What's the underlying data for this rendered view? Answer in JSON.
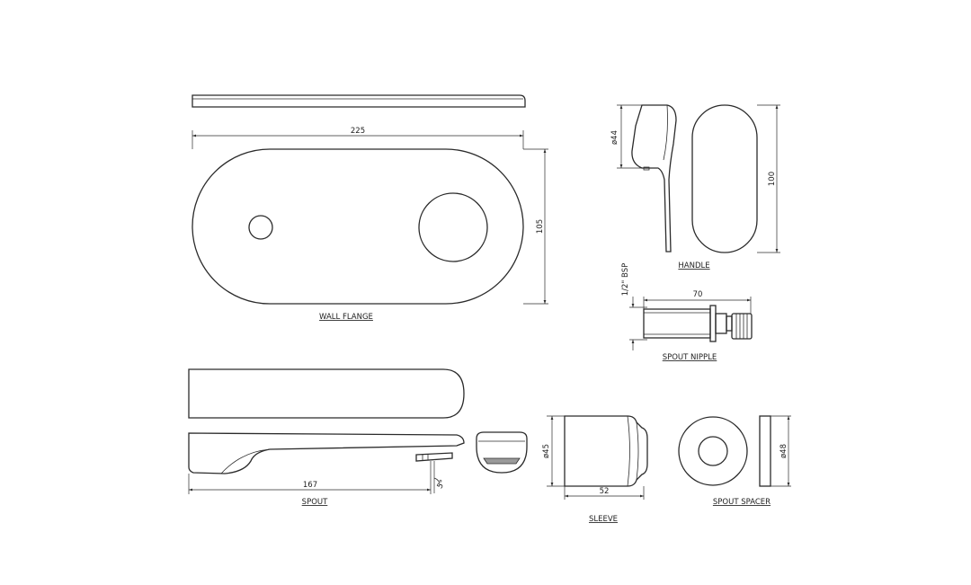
{
  "labels": {
    "wall_flange": "WALL FLANGE",
    "handle": "HANDLE",
    "spout_nipple": "SPOUT NIPPLE",
    "spout": "SPOUT",
    "sleeve": "SLEEVE",
    "spout_spacer": "SPOUT SPACER"
  },
  "dimensions": {
    "flange_width": "225",
    "flange_height": "105",
    "handle_diameter": "ø44",
    "handle_height": "100",
    "nipple_thread": "1/2\" BSP",
    "nipple_length": "70",
    "spout_length": "167",
    "spout_angle": "5°",
    "sleeve_diameter": "ø45",
    "sleeve_length": "52",
    "spacer_diameter": "ø48"
  }
}
